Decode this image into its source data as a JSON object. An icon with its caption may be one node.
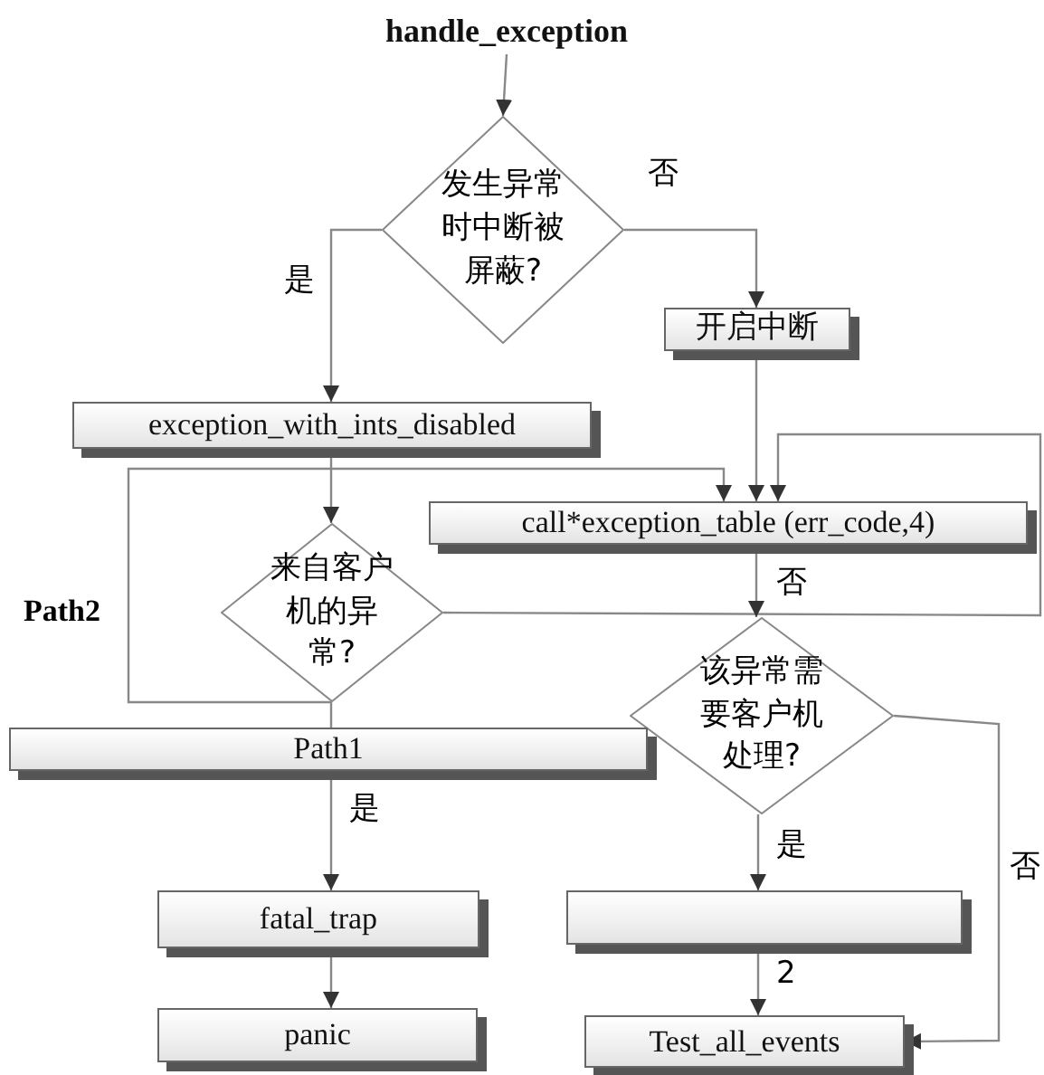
{
  "diagram": {
    "nodes": [
      {
        "text": [
          "handle_exception"
        ]
      },
      {
        "text": [
          "发生异常时中断被屏蔽?"
        ]
      },
      {
        "text": [
          "开启中断"
        ]
      },
      {
        "text": [
          "exception_with_ints_disabled"
        ]
      },
      {
        "text": [
          "call*exception_table (err_code,4)"
        ]
      },
      {
        "text": [
          "来自客户机的异常?"
        ]
      },
      {
        "text": [
          "该异常需要客户机处理?"
        ]
      },
      {
        "text": [
          "Path1"
        ]
      },
      {
        "text": [
          "fatal_trap"
        ]
      },
      {
        "text": [
          "panic"
        ]
      },
      {
        "text": [],
        "shape": "box"
      },
      {
        "text": [
          "Test_all_events"
        ]
      }
    ],
    "edges": [
      {
        "from": 0,
        "to": 1,
        "arrow": "to"
      },
      {
        "from": 1,
        "to": 3,
        "arrow": "to",
        "label": "是"
      },
      {
        "from": 1,
        "to": 2,
        "arrow": "to",
        "label": "否"
      },
      {
        "from": 2,
        "to": 4,
        "arrow": "to"
      },
      {
        "from": 3,
        "to": 5,
        "arrow": "to"
      },
      {
        "from": 5,
        "to": 4,
        "arrow": "to",
        "label": "Path2"
      },
      {
        "from": 5,
        "to": 4,
        "arrow": "to"
      },
      {
        "from": 4,
        "to": 6,
        "arrow": "to",
        "label": "否"
      },
      {
        "from": 5,
        "to": 7,
        "arrow": "none"
      },
      {
        "from": 7,
        "to": 8,
        "arrow": "to",
        "label": "是"
      },
      {
        "from": 8,
        "to": 9,
        "arrow": "to"
      },
      {
        "from": 6,
        "to": 10,
        "arrow": "to",
        "label": "是"
      },
      {
        "from": 10,
        "to": 11,
        "arrow": "to",
        "label": "2"
      },
      {
        "from": 6,
        "to": 11,
        "arrow": "to",
        "label": "否"
      }
    ]
  }
}
